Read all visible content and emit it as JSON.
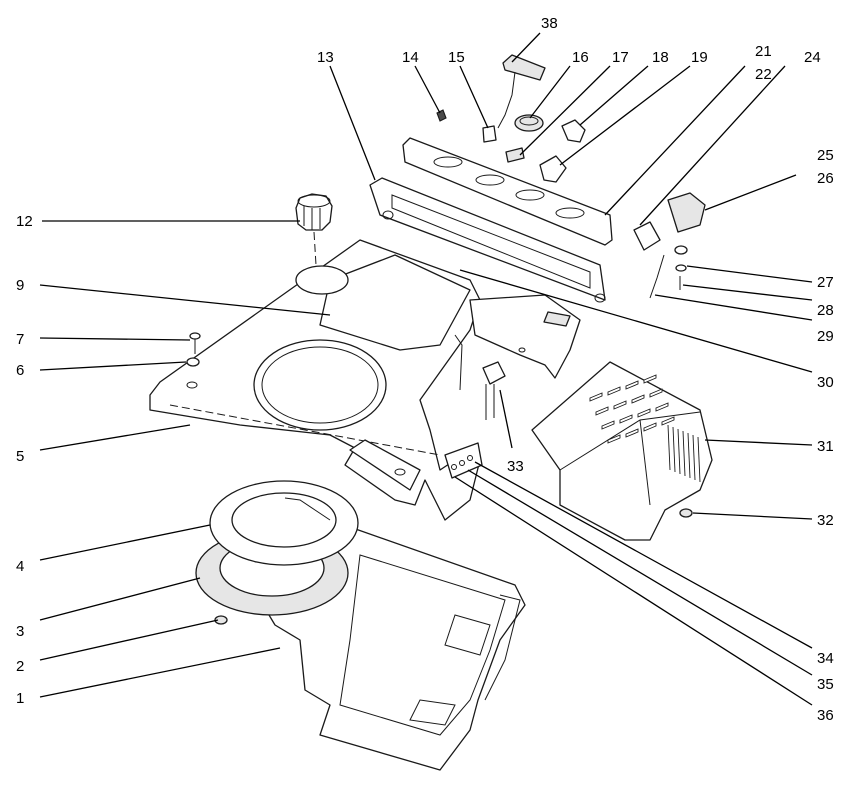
{
  "callouts": [
    "38",
    "13",
    "14",
    "15",
    "16",
    "17",
    "18",
    "19",
    "21",
    "22",
    "24",
    "25",
    "26",
    "12",
    "27",
    "28",
    "29",
    "9",
    "30",
    "7",
    "6",
    "5",
    "31",
    "33",
    "32",
    "4",
    "3",
    "34",
    "2",
    "35",
    "1",
    "36"
  ]
}
